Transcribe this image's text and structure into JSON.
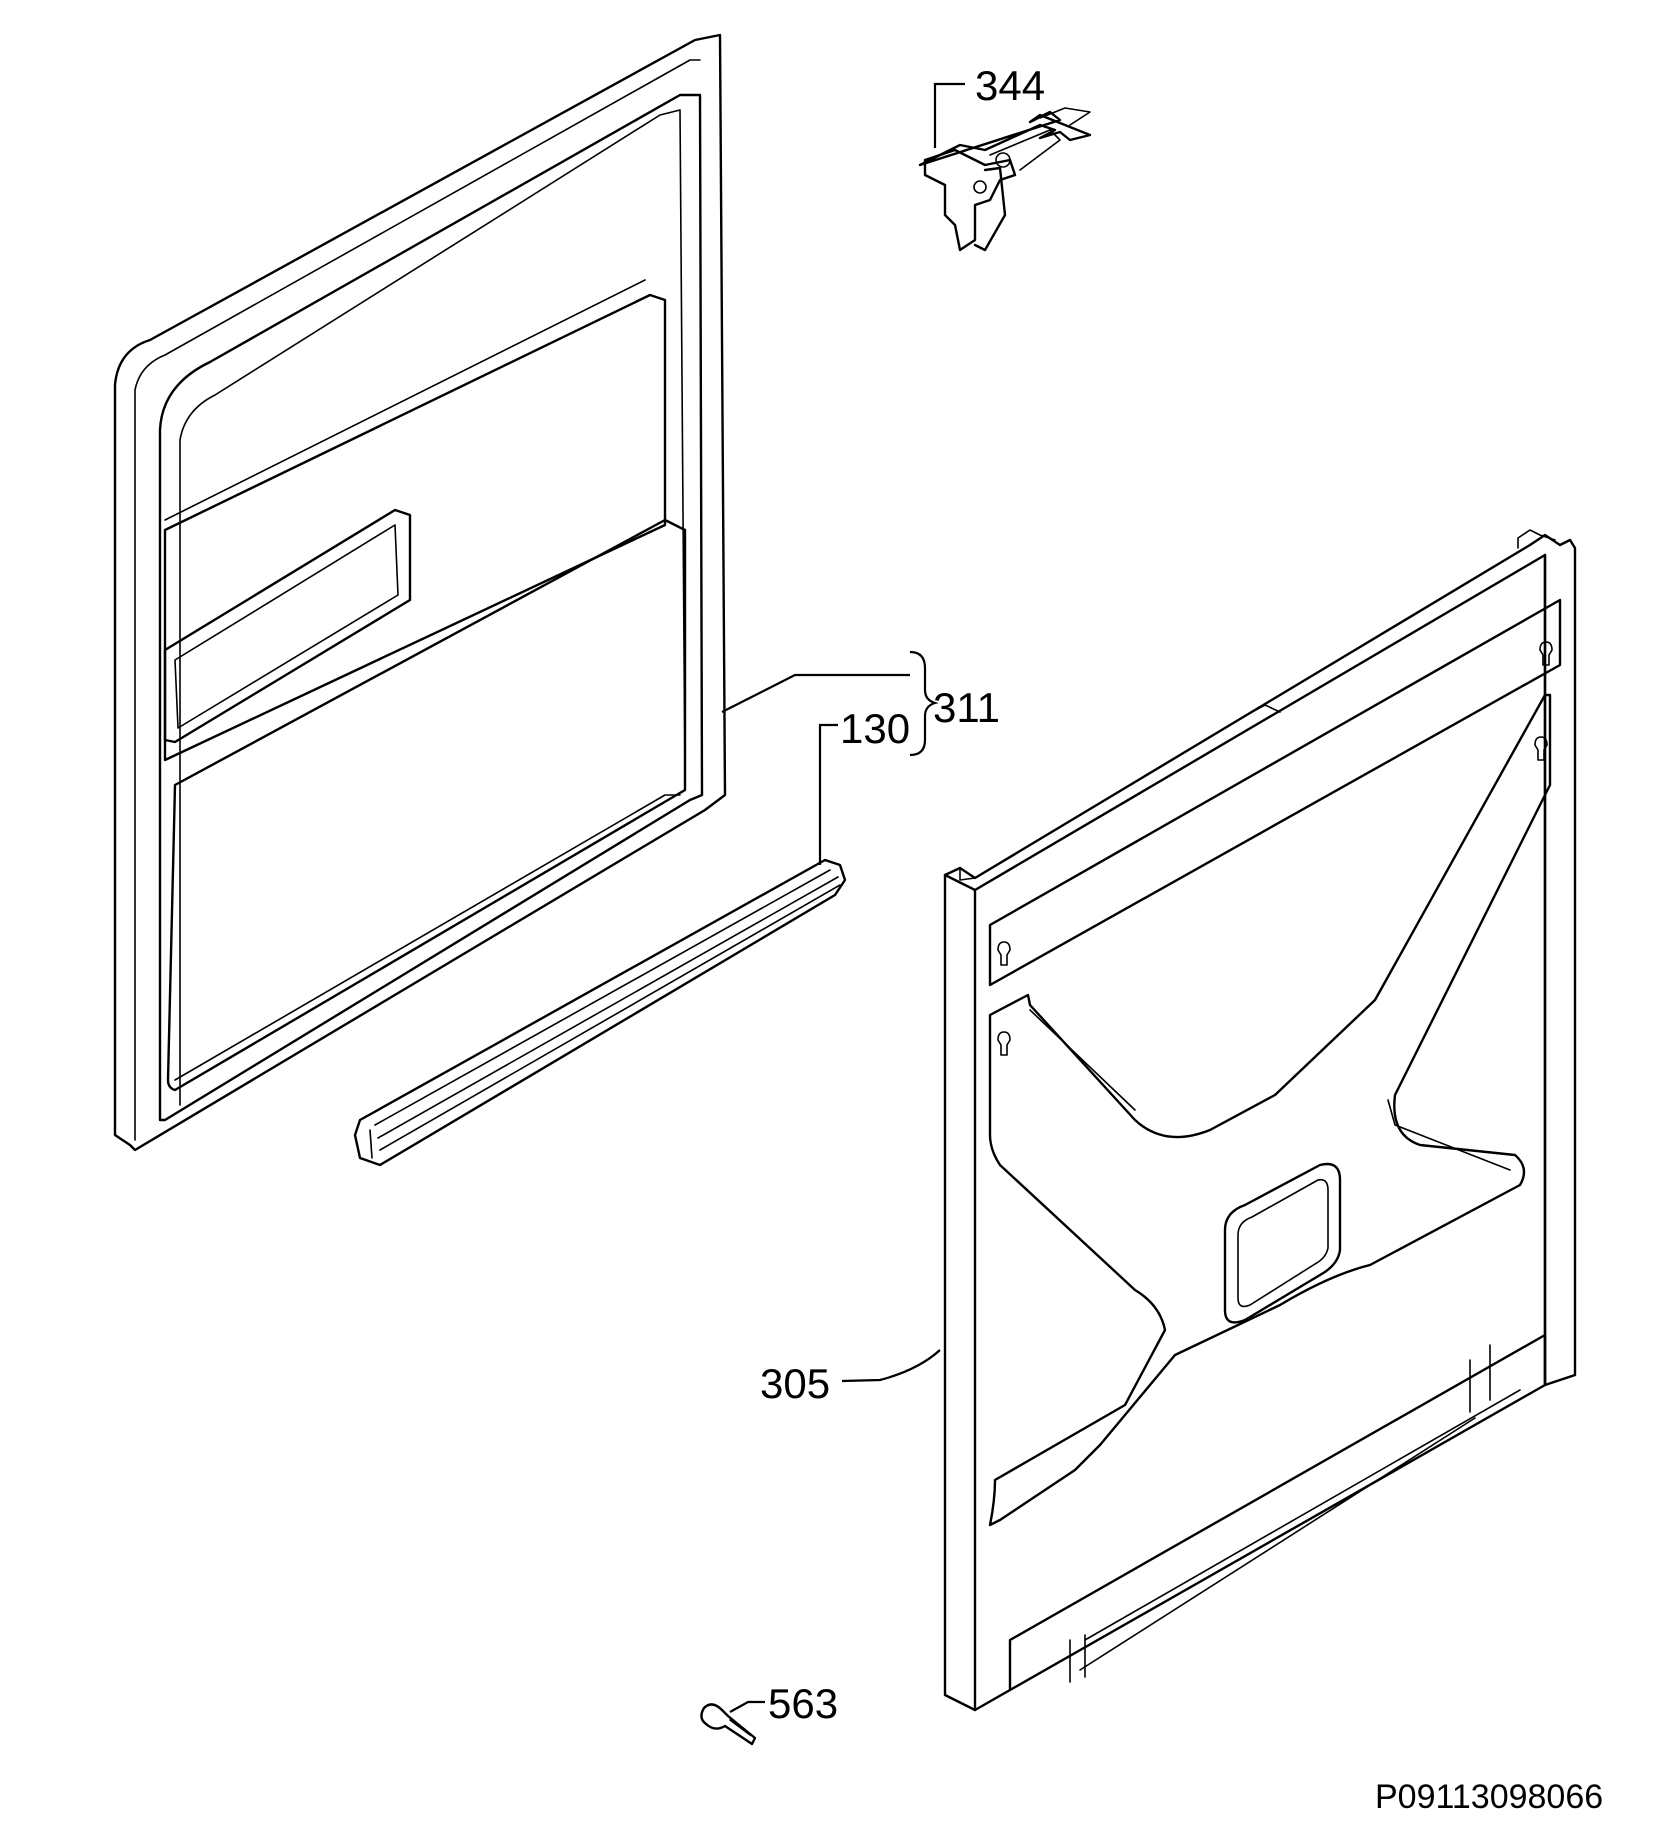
{
  "diagram": {
    "parts": [
      {
        "key": "door_inner",
        "label": "311"
      },
      {
        "key": "seal",
        "label": "130"
      },
      {
        "key": "latch",
        "label": "344"
      },
      {
        "key": "outer_panel",
        "label": "305"
      },
      {
        "key": "screw",
        "label": "563"
      }
    ],
    "reference_code": "P09113098066"
  }
}
